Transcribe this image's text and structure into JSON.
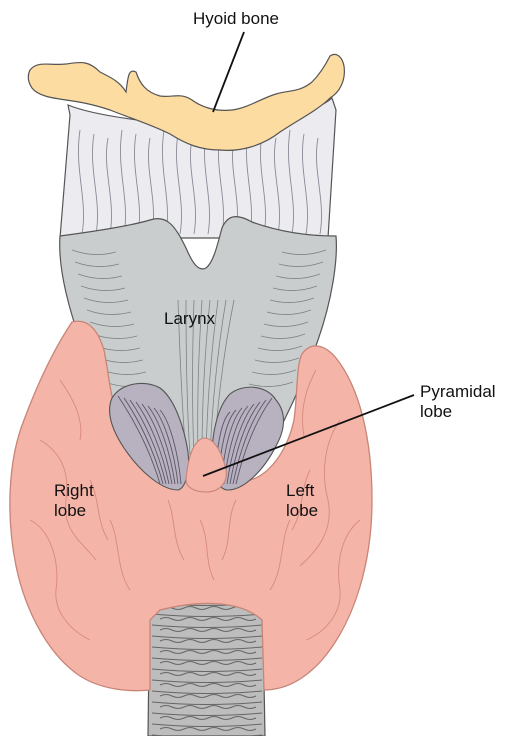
{
  "labels": {
    "hyoid": "Hyoid bone",
    "larynx": "Larynx",
    "pyramidal": "Pyramidal\nlobe",
    "right_lobe": "Right\nlobe",
    "left_lobe": "Left\nlobe"
  },
  "colors": {
    "hyoid": "#fcdca0",
    "membrane": "#e9e9ef",
    "larynx": "#c8cccc",
    "thyroid": "#f5b3a6",
    "muscle": "#b3adbd",
    "trachea": "#b9b9b9",
    "outline": "#5a5a5a",
    "vessel": "#d2857a",
    "leader": "#111111"
  }
}
